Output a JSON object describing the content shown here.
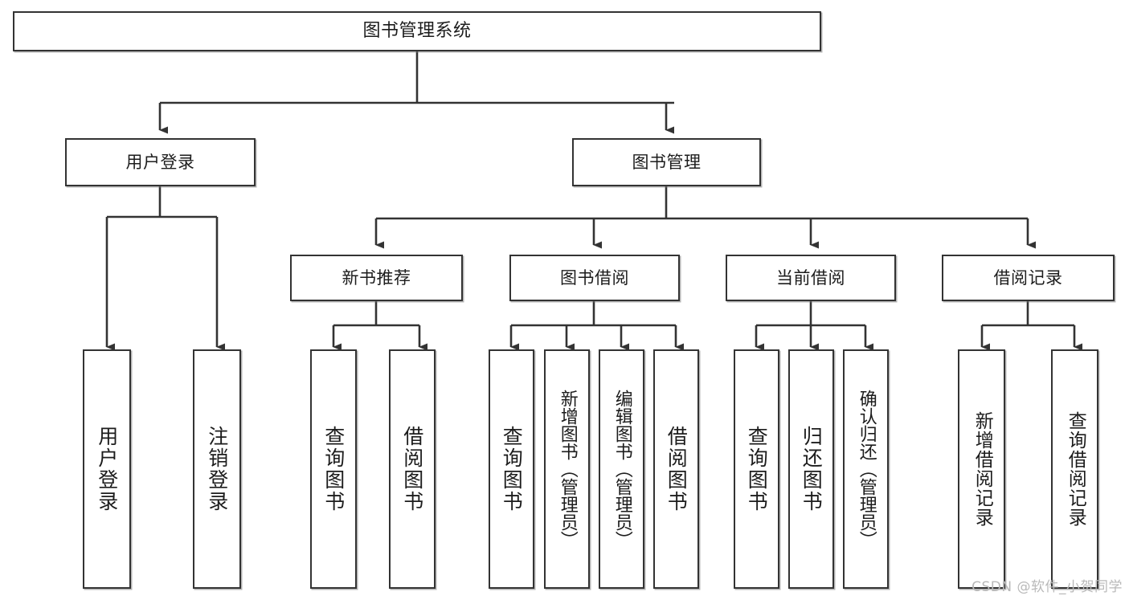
{
  "diagram": {
    "title": "图书管理系统",
    "type": "tree-hierarchy-chart",
    "colors": {
      "background": "#ffffff",
      "border": "#333333",
      "edge": "#333333",
      "text": "#1c1c1c",
      "watermark": "#b9b9b9"
    }
  },
  "nodes": {
    "root": {
      "label": "图书管理系统"
    },
    "level1": [
      {
        "label": "用户登录"
      },
      {
        "label": "图书管理"
      }
    ],
    "level2": [
      {
        "label": "新书推荐"
      },
      {
        "label": "图书借阅"
      },
      {
        "label": "当前借阅"
      },
      {
        "label": "借阅记录"
      }
    ],
    "leaves": {
      "user_login": [
        {
          "label": "用户登录"
        },
        {
          "label": "注销登录"
        }
      ],
      "new_book": [
        {
          "label": "查询图书"
        },
        {
          "label": "借阅图书"
        }
      ],
      "book_borrow": [
        {
          "label": "查询图书"
        },
        {
          "label": "新增图书（管理员）"
        },
        {
          "label": "编辑图书（管理员）"
        },
        {
          "label": "借阅图书"
        }
      ],
      "current_borrow": [
        {
          "label": "查询图书"
        },
        {
          "label": "归还图书"
        },
        {
          "label": "确认归还（管理员）"
        }
      ],
      "borrow_record": [
        {
          "label": "新增借阅记录"
        },
        {
          "label": "查询借阅记录"
        }
      ]
    }
  },
  "watermark": {
    "text": "CSDN @软件_小贺同学"
  }
}
